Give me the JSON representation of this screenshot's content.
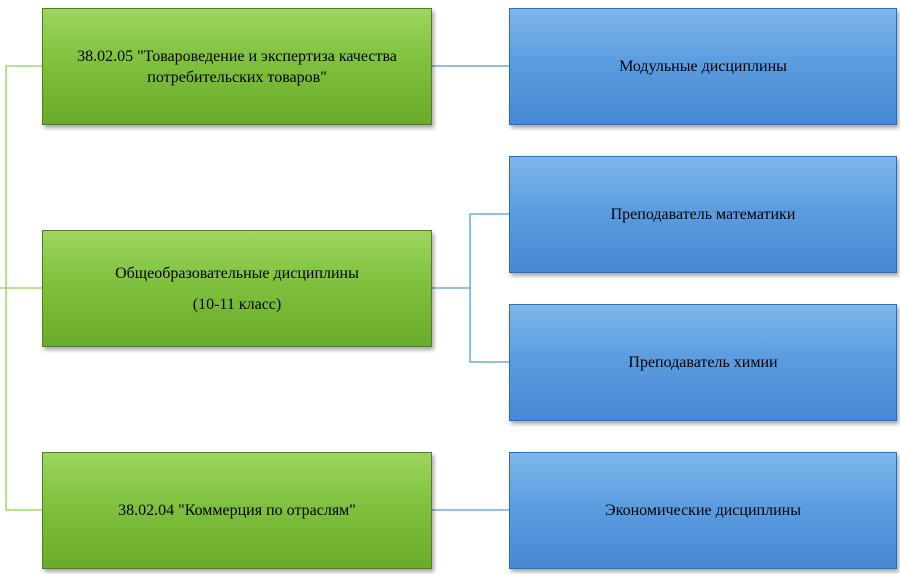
{
  "left_boxes": [
    {
      "text": "38.02.05 \"Товароведение и экспертиза качества потребительских товаров\""
    },
    {
      "text": "Общеобразовательные дисциплины",
      "sub": "(10-11 класс)"
    },
    {
      "text": "38.02.04 \"Коммерция по отраслям\""
    }
  ],
  "right_boxes": [
    {
      "text": "Модульные дисциплины"
    },
    {
      "text": "Преподаватель математики"
    },
    {
      "text": "Преподаватель химии"
    },
    {
      "text": "Экономические дисциплины"
    }
  ],
  "colors": {
    "left_fill": "#7fc13e",
    "right_fill": "#5c9de0",
    "left_connector": "#8ecf5a",
    "right_connector": "#5b9bd5"
  }
}
